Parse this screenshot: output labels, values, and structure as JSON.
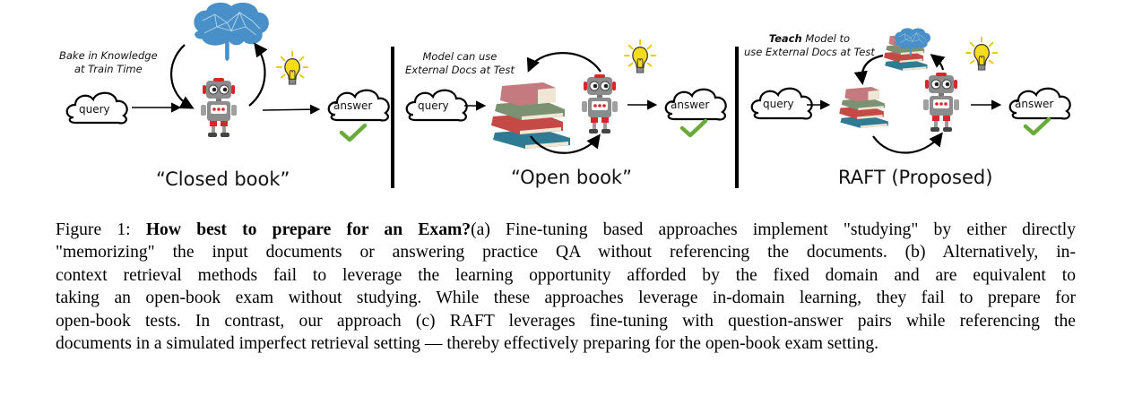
{
  "figure": {
    "panels": [
      {
        "id": "closed-book",
        "title": "“Closed book”",
        "note_lines": [
          "Bake in Knowledge",
          "at Train Time"
        ],
        "input_label": "query",
        "output_label": "answer",
        "resources": [
          "brain-icon"
        ],
        "result": "check-icon"
      },
      {
        "id": "open-book",
        "title": "“Open book”",
        "note_lines": [
          "Model can use",
          "External Docs at Test"
        ],
        "input_label": "query",
        "output_label": "answer",
        "resources": [
          "books-icon"
        ],
        "result": "check-icon"
      },
      {
        "id": "raft",
        "title": "RAFT (Proposed)",
        "note_bold": "Teach",
        "note_lines": [
          " Model to",
          "use External Docs at Test"
        ],
        "input_label": "query",
        "output_label": "answer",
        "resources": [
          "books-with-brain-icon",
          "books-icon"
        ],
        "result": "check-icon"
      }
    ],
    "colors": {
      "robot_gray": "#8c8c8c",
      "robot_red": "#d8262b",
      "brain_blue": "#4a90c8",
      "bulb_yellow": "#f7dc1b",
      "check_green": "#6aaa3a",
      "book_pink": "#c47a7f",
      "book_green": "#7b9171",
      "book_red": "#c54a45",
      "book_teal": "#2e7c93"
    }
  },
  "caption": {
    "label": "Figure 1: ",
    "bold_title": "How best to prepare for an Exam?",
    "lines": [
      "(a) Fine-tuning based approaches implement \"studying\" by either directly",
      "\"memorizing\" the input documents or answering practice QA without referencing the documents. (b) Alternatively, in-",
      "context retrieval methods fail to leverage the learning opportunity afforded by the fixed domain and are equivalent to",
      "taking an open-book exam without studying. While these approaches leverage in-domain learning, they fail to prepare for",
      "open-book tests. In contrast, our approach (c) RAFT leverages fine-tuning with question-answer pairs while referencing the",
      "documents in a simulated imperfect retrieval setting — thereby effectively preparing for the open-book exam setting."
    ]
  }
}
